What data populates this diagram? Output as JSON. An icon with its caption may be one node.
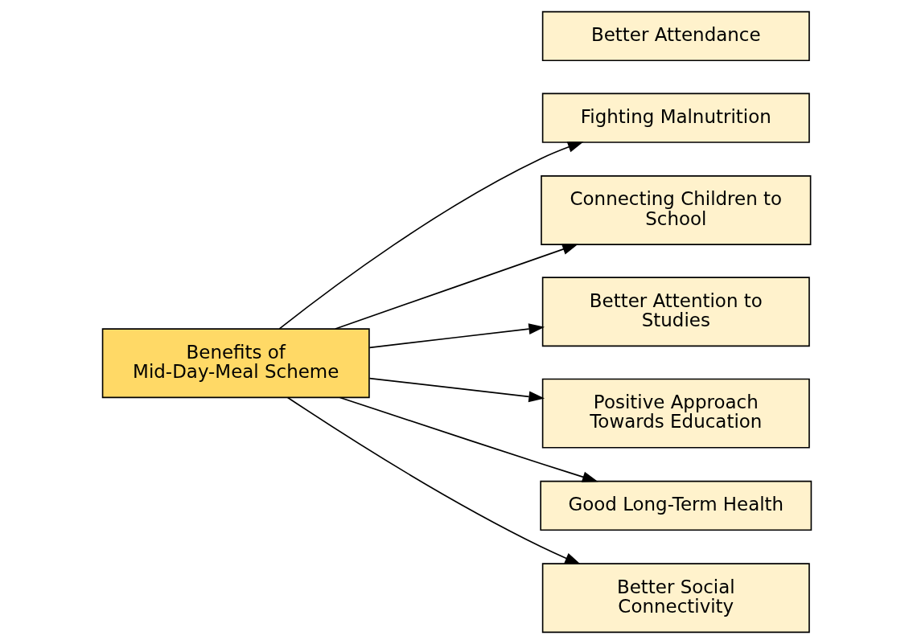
{
  "diagram": {
    "nodes": [
      {
        "text": [
          "Benefits of Mid-Day-Meal Scheme"
        ]
      },
      {
        "text": [
          "Fighting Malnutrition"
        ]
      },
      {
        "text": [
          "Connecting Children to School"
        ]
      },
      {
        "text": [
          "Better Attendance"
        ]
      },
      {
        "text": [
          "Better Attention to Studies"
        ]
      },
      {
        "text": [
          "Positive Approach Towards Education"
        ]
      },
      {
        "text": [
          "Good Long-Term Health"
        ]
      },
      {
        "text": [
          "Better Social Connectivity"
        ]
      }
    ],
    "edges": [
      {
        "from": 0,
        "to": 1,
        "arrow": "to"
      },
      {
        "from": 0,
        "to": 2,
        "arrow": "to"
      },
      {
        "from": 0,
        "to": 4,
        "arrow": "to"
      },
      {
        "from": 0,
        "to": 5,
        "arrow": "to"
      },
      {
        "from": 0,
        "to": 6,
        "arrow": "to"
      },
      {
        "from": 0,
        "to": 7,
        "arrow": "to"
      }
    ]
  }
}
